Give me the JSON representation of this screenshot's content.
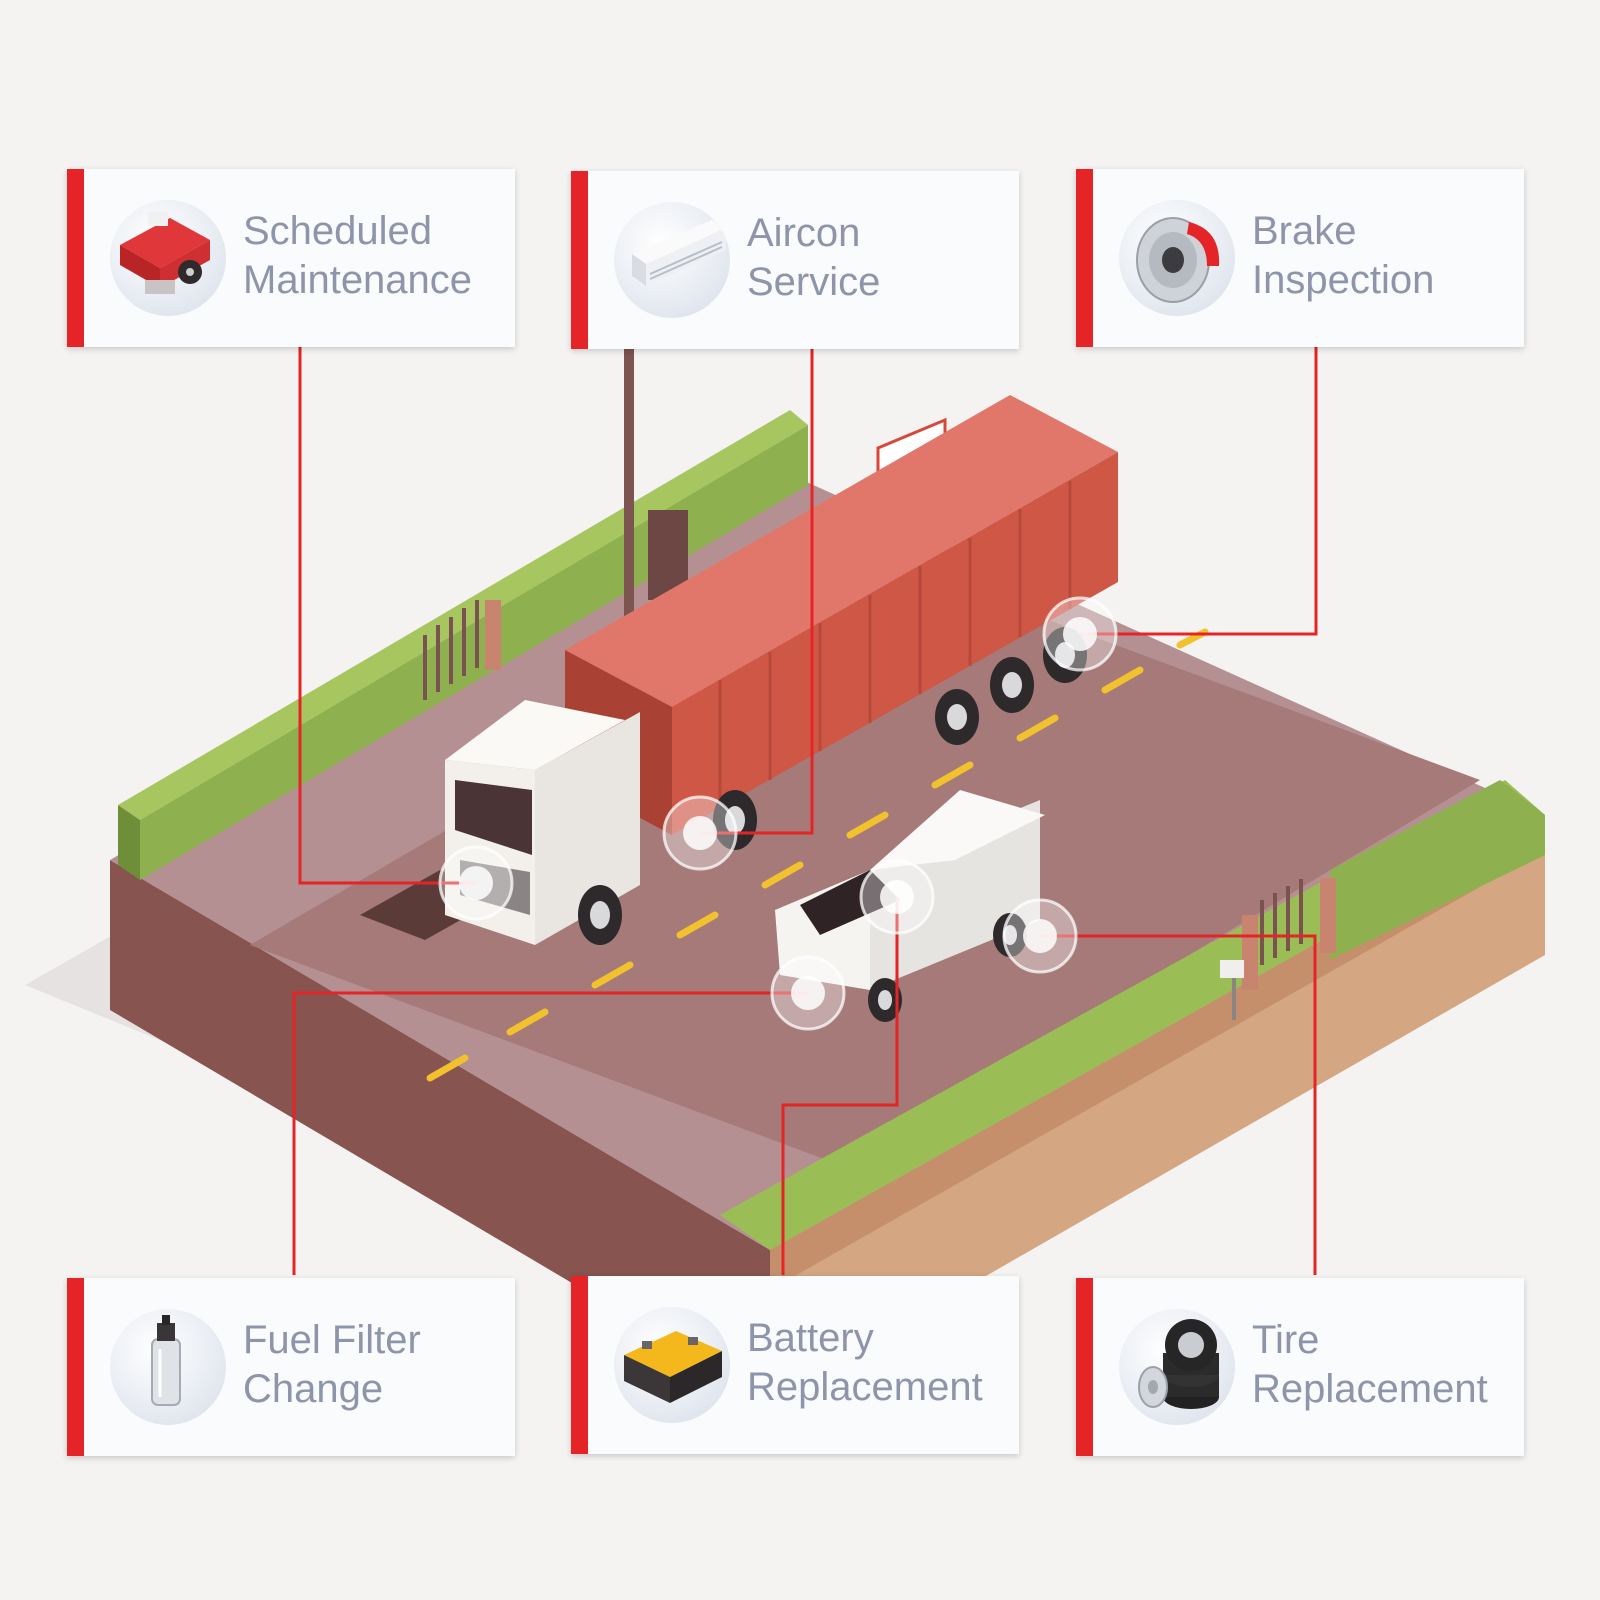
{
  "colors": {
    "accent": "#e42427",
    "label_text": "#8e95ab",
    "background": "#f4f3f2",
    "road": "#a57a78",
    "grass": "#8fb04f",
    "container": "#cf5746"
  },
  "services": [
    {
      "line1": "Scheduled",
      "line2": "Maintenance",
      "icon": "engine-icon"
    },
    {
      "line1": "Aircon",
      "line2": "Service",
      "icon": "air-conditioner-icon"
    },
    {
      "line1": "Brake",
      "line2": "Inspection",
      "icon": "brake-disc-icon"
    },
    {
      "line1": "Fuel Filter",
      "line2": "Change",
      "icon": "fuel-filter-icon"
    },
    {
      "line1": "Battery",
      "line2": "Replacement",
      "icon": "battery-icon"
    },
    {
      "line1": "Tire",
      "line2": "Replacement",
      "icon": "tire-stack-icon"
    }
  ]
}
